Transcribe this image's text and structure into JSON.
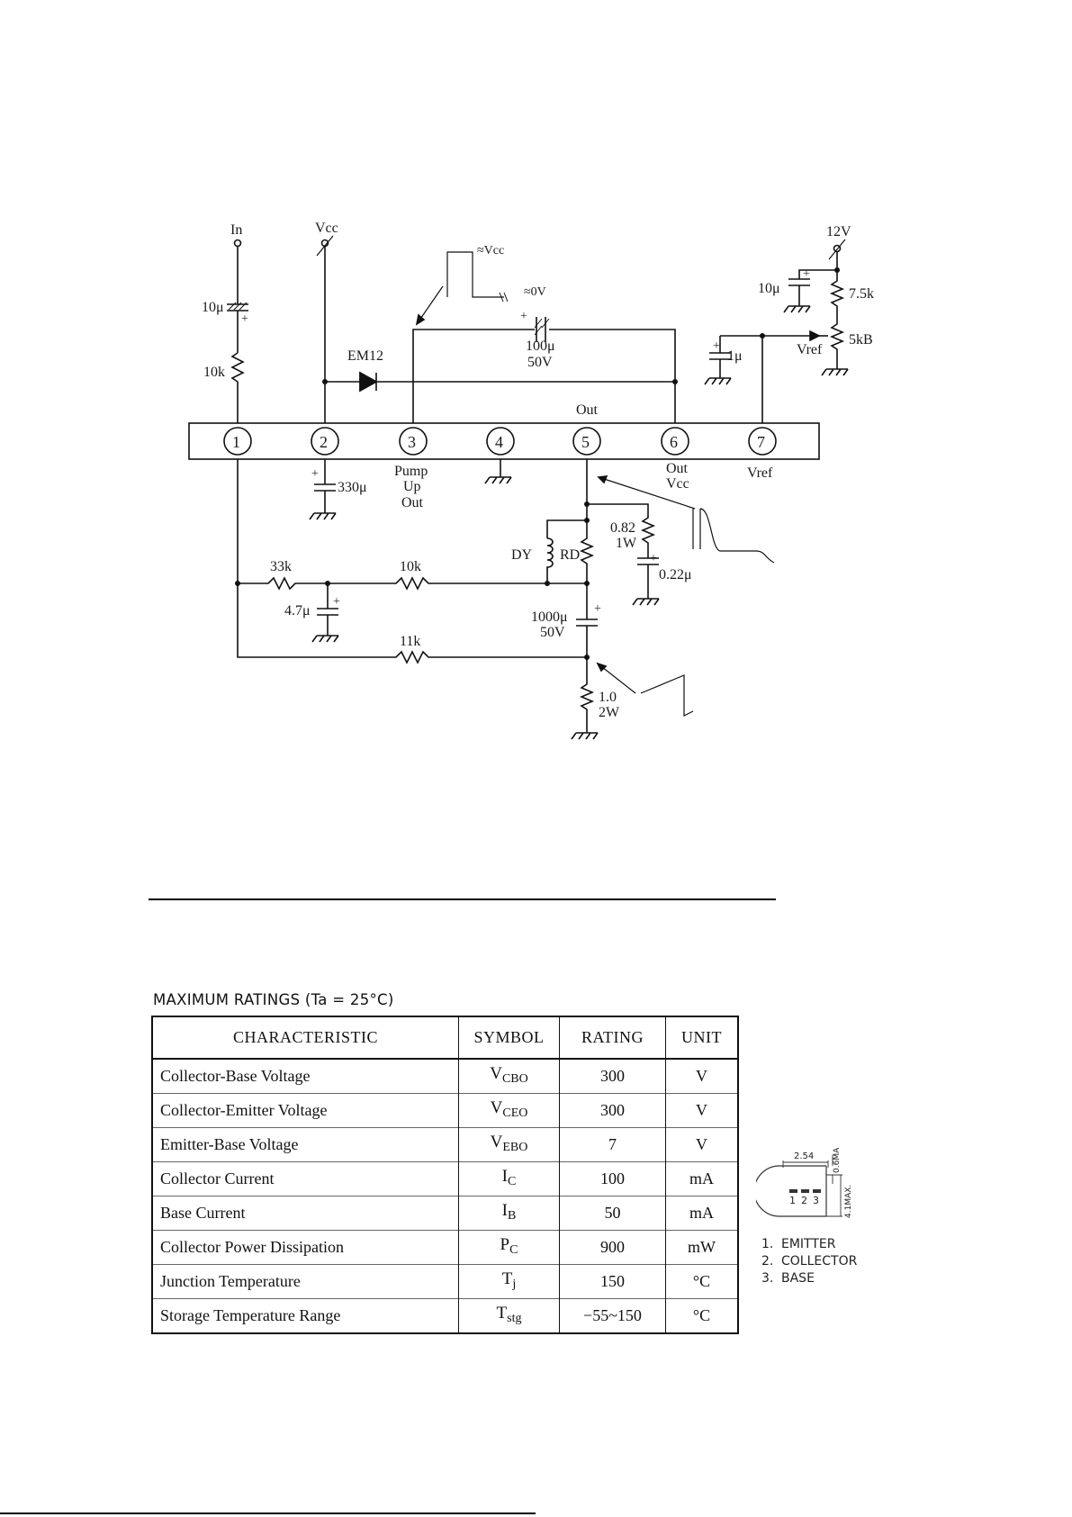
{
  "schematic": {
    "pins": [
      "1",
      "2",
      "3",
      "4",
      "5",
      "6",
      "7"
    ],
    "pin_labels": {
      "pin3": [
        "Pump",
        "Up",
        "Out"
      ],
      "pin5_top": "Out",
      "pin6": [
        "Out",
        "Vcc"
      ],
      "pin7": "Vref"
    },
    "input_label": "In",
    "vcc_label": "Vcc",
    "supply_label": "12V",
    "diode_label": "EM12",
    "pulse_high": "≈Vcc",
    "pulse_low": "≈0V",
    "components": {
      "c_in": "10μ",
      "r_in": "10k",
      "c_pump": [
        "100μ",
        "50V"
      ],
      "c_vcc": "330μ",
      "c_ref_top": "10μ",
      "r_ref_top": "7.5k",
      "pot_ref": "5kB",
      "vref_label": "Vref",
      "c_ref": "1μ",
      "yoke": "DY",
      "damping": "RD",
      "r_snub": [
        "0.82",
        "1W"
      ],
      "c_snub": "0.22μ",
      "r_fb1": "33k",
      "r_fb2": "10k",
      "c_fb": "4.7μ",
      "c_out": [
        "1000μ",
        "50V"
      ],
      "r_fb3": "11k",
      "r_sense": [
        "1.0",
        "2W"
      ]
    }
  },
  "ratings": {
    "title": "MAXIMUM RATINGS (Ta = 25°C)",
    "headers": [
      "CHARACTERISTIC",
      "SYMBOL",
      "RATING",
      "UNIT"
    ],
    "rows": [
      {
        "name": "Collector-Base Voltage",
        "sym": "V",
        "sub": "CBO",
        "rating": "300",
        "unit": "V"
      },
      {
        "name": "Collector-Emitter Voltage",
        "sym": "V",
        "sub": "CEO",
        "rating": "300",
        "unit": "V"
      },
      {
        "name": "Emitter-Base Voltage",
        "sym": "V",
        "sub": "EBO",
        "rating": "7",
        "unit": "V"
      },
      {
        "name": "Collector Current",
        "sym": "I",
        "sub": "C",
        "rating": "100",
        "unit": "mA"
      },
      {
        "name": "Base Current",
        "sym": "I",
        "sub": "B",
        "rating": "50",
        "unit": "mA"
      },
      {
        "name": "Collector Power Dissipation",
        "sym": "P",
        "sub": "C",
        "rating": "900",
        "unit": "mW"
      },
      {
        "name": "Junction Temperature",
        "sym": "T",
        "sub": "j",
        "rating": "150",
        "unit": "°C"
      },
      {
        "name": "Storage Temperature Range",
        "sym": "T",
        "sub": "stg",
        "rating": "−55~150",
        "unit": "°C"
      }
    ]
  },
  "package": {
    "pitch": "2.54",
    "dim_a": "0.6MAX.",
    "dim_b": "4.1MAX.",
    "pin_numbers": [
      "1",
      "2",
      "3"
    ],
    "pins": [
      {
        "num": "1.",
        "name": "EMITTER"
      },
      {
        "num": "2.",
        "name": "COLLECTOR"
      },
      {
        "num": "3.",
        "name": "BASE"
      }
    ]
  }
}
